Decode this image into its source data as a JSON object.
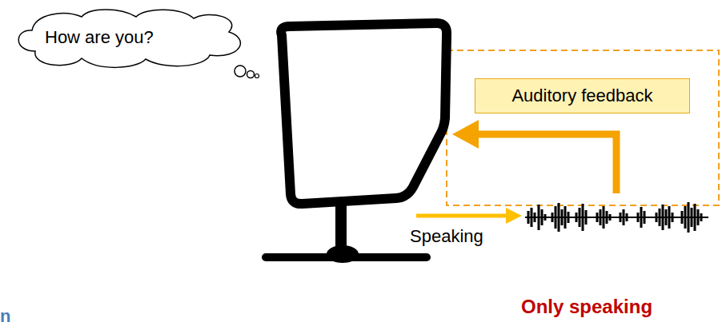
{
  "diagram": {
    "nodes": [
      {
        "text": [
          "How are you?"
        ]
      },
      {
        "text": [
          "Auditory feedback"
        ]
      }
    ],
    "labels": [
      "Speaking",
      "Only speaking",
      "n"
    ]
  }
}
